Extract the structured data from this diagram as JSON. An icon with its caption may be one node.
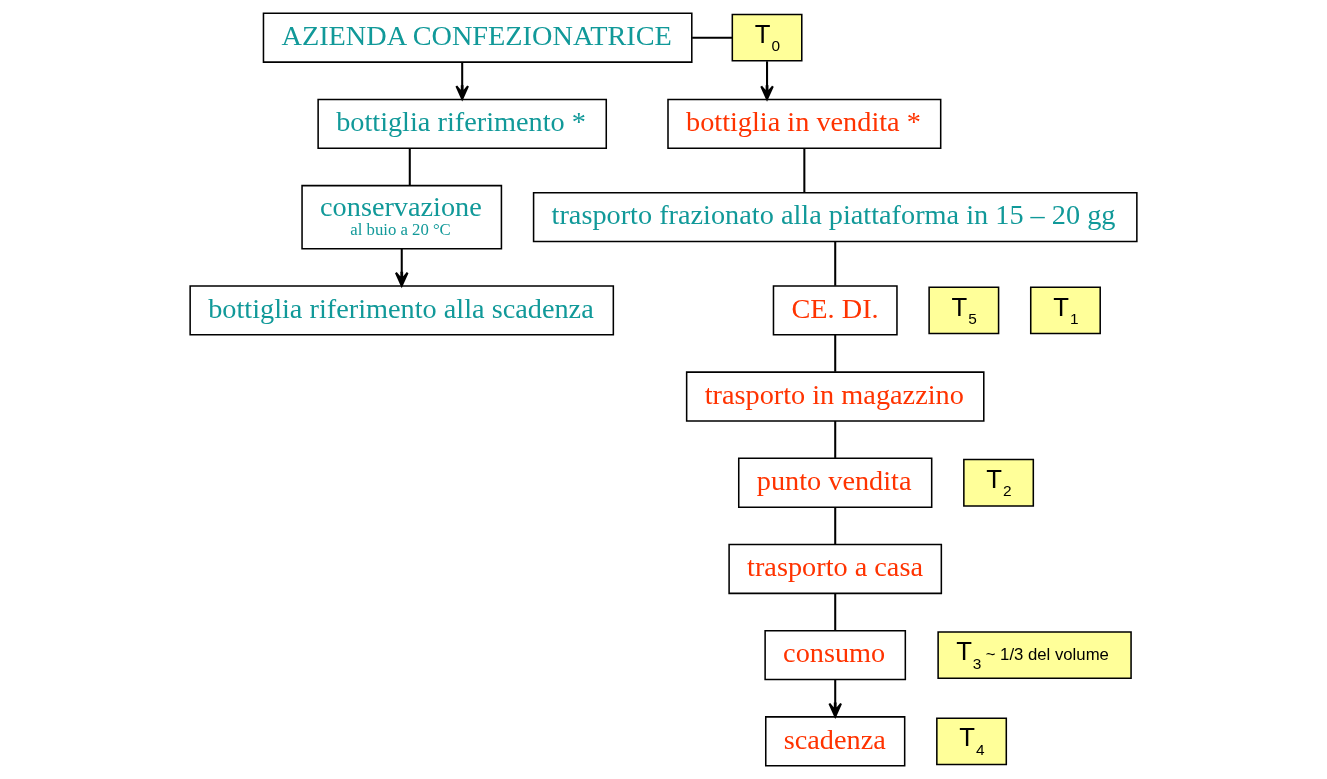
{
  "diagram": {
    "nodes": [
      {
        "text": [
          "AZIENDA CONFEZIONATRICE"
        ]
      },
      {
        "text": [
          "T$_{0}$"
        ]
      },
      {
        "text": [
          "bottiglia riferimento *"
        ]
      },
      {
        "text": [
          "conservazione",
          "al buio a 20 °C"
        ]
      },
      {
        "text": [
          "T$_{5}$"
        ]
      },
      {
        "text": [
          "bottiglia riferimento alla scadenza"
        ]
      },
      {
        "text": [
          "bottiglia in vendita *"
        ]
      },
      {
        "text": [
          "trasporto frazionato alla piattaforma in 15 – 20 gg"
        ]
      },
      {
        "text": [
          "CE. DI."
        ]
      },
      {
        "text": [
          "T$_{1}$"
        ]
      },
      {
        "text": [
          "trasporto in magazzino"
        ]
      },
      {
        "text": [
          "punto vendita"
        ]
      },
      {
        "text": [
          "T$_{2}$"
        ]
      },
      {
        "text": [
          "trasporto a casa"
        ]
      },
      {
        "text": [
          "consumo"
        ]
      },
      {
        "text": [
          "T$_{3}$",
          "~ 1/3 del volume"
        ]
      },
      {
        "text": [
          "scadenza"
        ]
      },
      {
        "text": [
          "T$_{4}$"
        ]
      }
    ],
    "edges": [
      {
        "from": 0,
        "to": 2,
        "arrow": "to"
      },
      {
        "from": 0,
        "to": 1,
        "arrow": "none"
      },
      {
        "from": 1,
        "to": 6,
        "arrow": "to"
      },
      {
        "from": 2,
        "to": 3,
        "arrow": "none"
      },
      {
        "from": 3,
        "to": 5,
        "arrow": "to"
      },
      {
        "from": 6,
        "to": 7,
        "arrow": "none"
      },
      {
        "from": 7,
        "to": 8,
        "arrow": "none"
      },
      {
        "from": 8,
        "to": 10,
        "arrow": "none"
      },
      {
        "from": 10,
        "to": 11,
        "arrow": "none"
      },
      {
        "from": 11,
        "to": 13,
        "arrow": "none"
      },
      {
        "from": 13,
        "to": 14,
        "arrow": "none"
      },
      {
        "from": 14,
        "to": 16,
        "arrow": "to"
      }
    ]
  }
}
